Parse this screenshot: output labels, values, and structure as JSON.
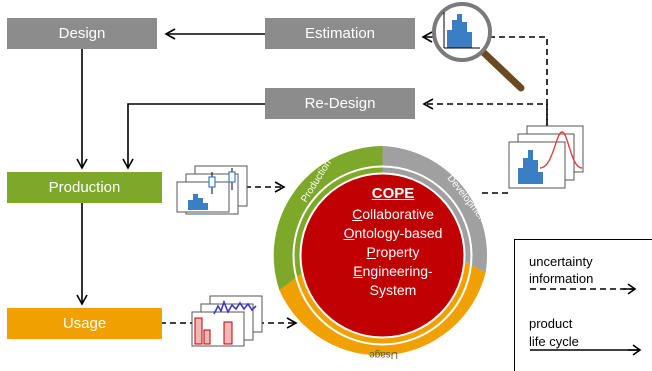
{
  "boxes": {
    "design": "Design",
    "estimation": "Estimation",
    "redesign": "Re-Design",
    "production": "Production",
    "usage": "Usage"
  },
  "center": {
    "title": "COPE",
    "lines": [
      {
        "initial": "C",
        "rest": "ollaborative"
      },
      {
        "initial": "O",
        "rest": "ntology-based"
      },
      {
        "initial": "P",
        "rest": "roperty"
      },
      {
        "initial": "E",
        "rest": "ngineering-"
      },
      {
        "initial": "",
        "rest": "System"
      }
    ]
  },
  "ring_labels": {
    "production": "Production",
    "development": "Development",
    "usage": "Usage"
  },
  "legend": {
    "uncertainty_line1": "uncertainty",
    "uncertainty_line2": "information",
    "product_line1": "product",
    "product_line2": "life cycle"
  },
  "colors": {
    "gray_box": "#8c8c8c",
    "production_green": "#7ea82a",
    "usage_orange": "#f0a100",
    "cope_red": "#c00000",
    "histogram_blue": "#3a7fc4"
  },
  "icons": [
    "magnifier-histogram-icon",
    "histogram-normal-curve-icon",
    "boxplot-histogram-icon",
    "timeseries-histogram-icon"
  ]
}
